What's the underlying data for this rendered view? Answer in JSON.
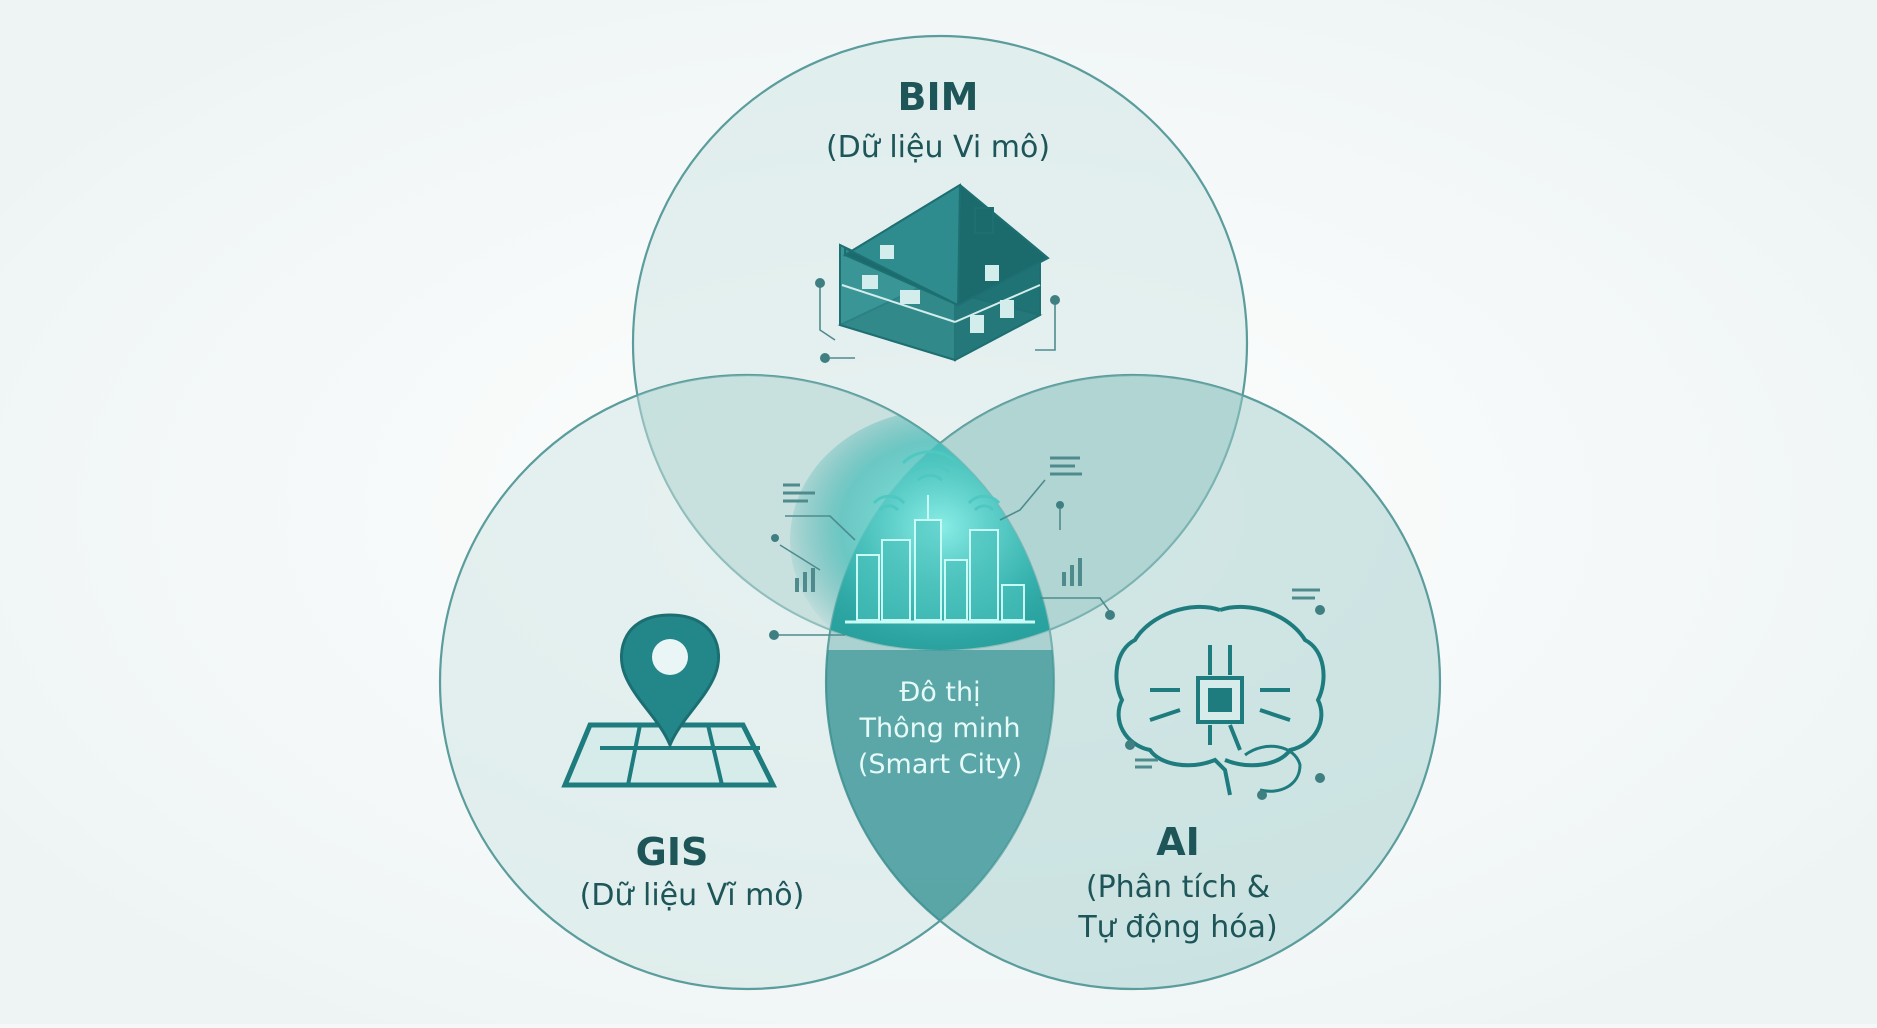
{
  "diagram": {
    "bim": {
      "title": "BIM",
      "subtitle": "(Dữ liệu Vi mô)",
      "icon": "house-icon"
    },
    "gis": {
      "title": "GIS",
      "subtitle": "(Dữ liệu Vĩ mô)",
      "icon": "map-pin-icon"
    },
    "ai": {
      "title": "AI",
      "subtitle_line1": "(Phân tích &",
      "subtitle_line2": "Tự động hóa)",
      "icon": "brain-chip-icon"
    },
    "center": {
      "line1": "Đô thị",
      "line2": "Thông minh",
      "line3": "(Smart City)",
      "icon": "smart-city-icon"
    }
  },
  "colors": {
    "teal_dark": "#1e7c7f",
    "teal_mid": "#3a9ea0",
    "teal_light": "#cde6e5",
    "circle_stroke": "#5b9c9c",
    "background": "#f4f8f8"
  }
}
